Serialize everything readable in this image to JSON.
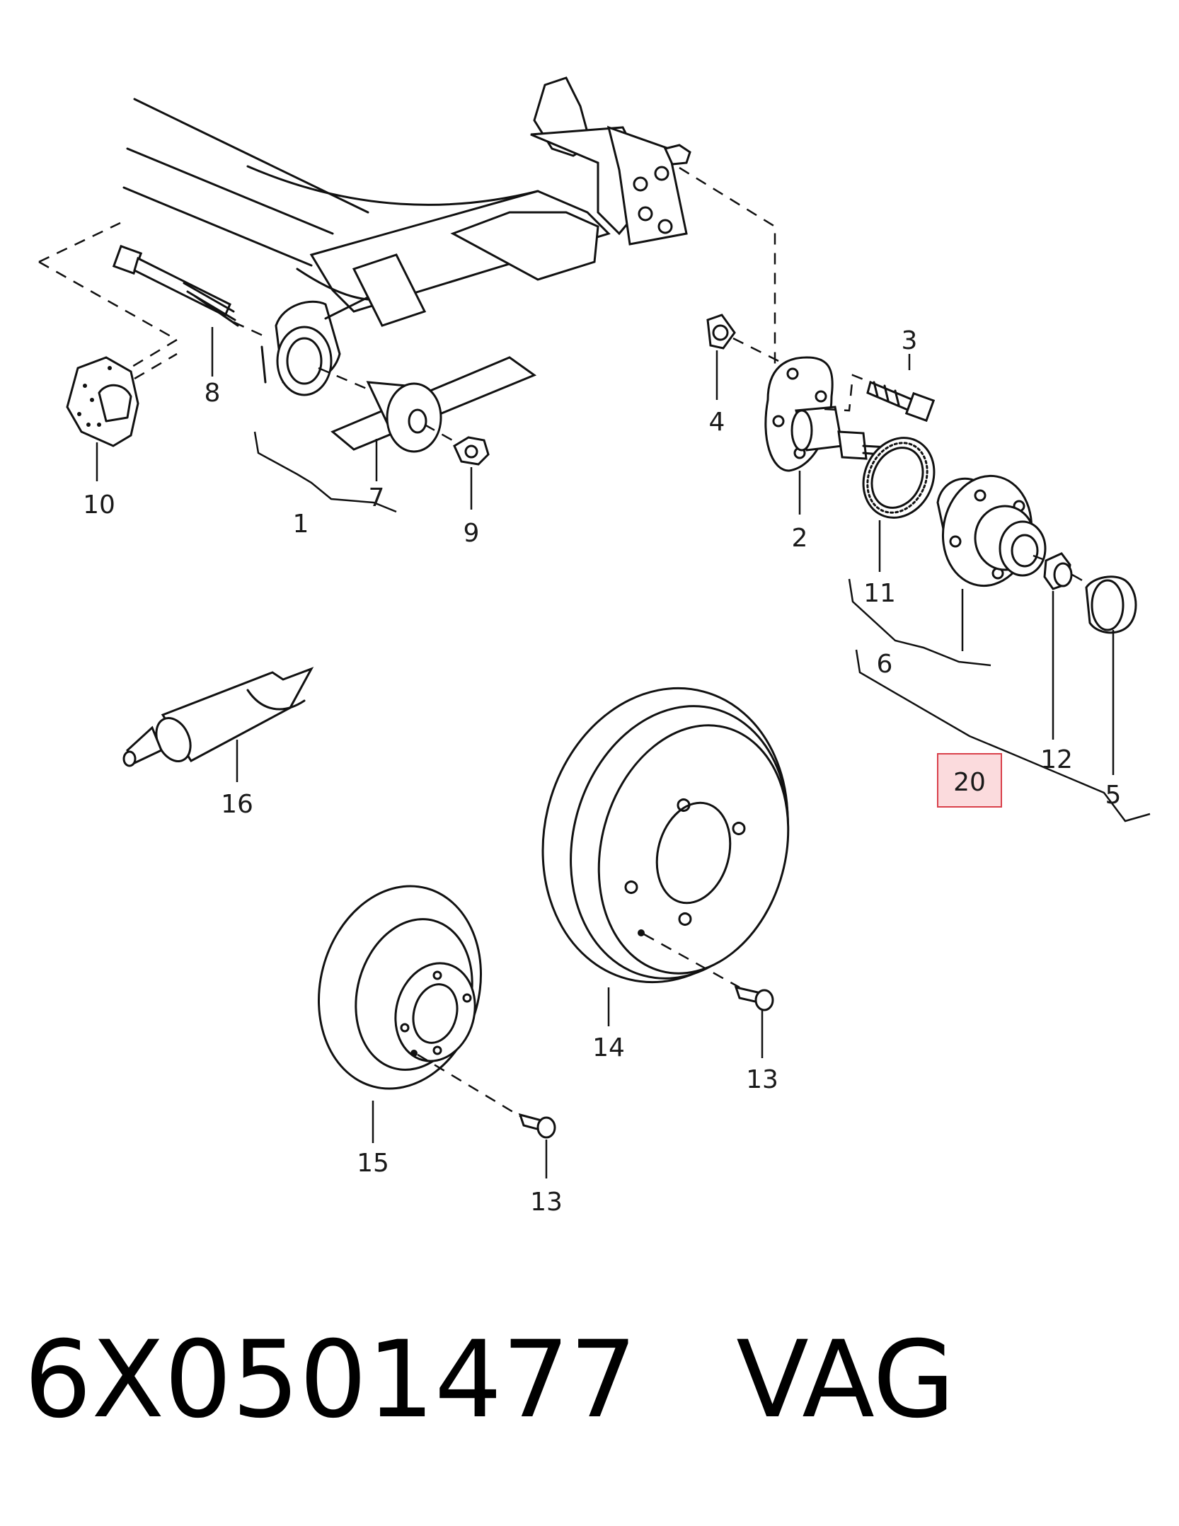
{
  "diagram": {
    "callouts": [
      "1",
      "2",
      "3",
      "4",
      "5",
      "6",
      "7",
      "8",
      "9",
      "10",
      "11",
      "12",
      "13",
      "13",
      "14",
      "15",
      "16",
      "20"
    ],
    "highlighted_callout": "20",
    "highlight_color": "#d9404a"
  },
  "caption": {
    "part_number": "6X0501477",
    "brand": "VAG"
  }
}
